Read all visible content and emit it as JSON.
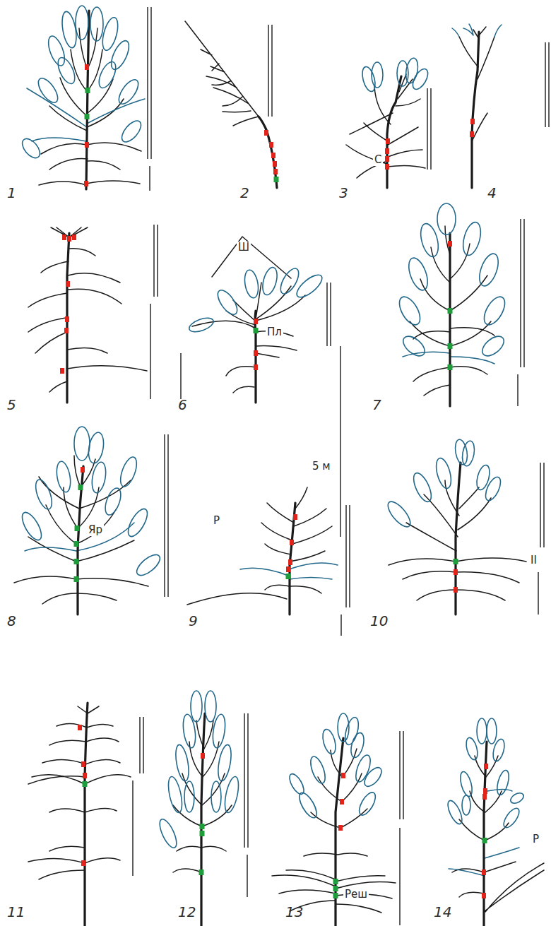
{
  "diagram": {
    "labels": [
      "1",
      "2",
      "С",
      "3",
      "4",
      "5",
      "Ш",
      "Пл",
      "6",
      "7",
      "Яр",
      "8",
      "5 м",
      "Р",
      "9",
      "II",
      "10",
      "11",
      "12",
      "Реш",
      "13",
      "Р",
      "14"
    ]
  }
}
